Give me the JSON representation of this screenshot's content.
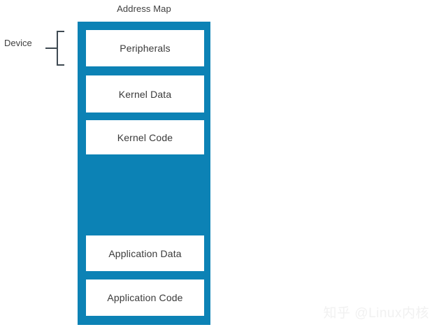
{
  "diagram": {
    "title": "Address Map",
    "container_color": "#0c82b5",
    "block_color": "#ffffff",
    "text_color": "#3a3a3a",
    "background_color": "#ffffff",
    "blocks": [
      {
        "label": "Peripherals"
      },
      {
        "label": "Kernel Data"
      },
      {
        "label": "Kernel Code"
      },
      {
        "label": "Application Data"
      },
      {
        "label": "Application Code"
      }
    ]
  },
  "annotation": {
    "device_label": "Device",
    "bracket_color": "#3f4a52"
  },
  "watermark": {
    "text": "知乎 @Linux内核",
    "color": "#f1f1f1"
  }
}
